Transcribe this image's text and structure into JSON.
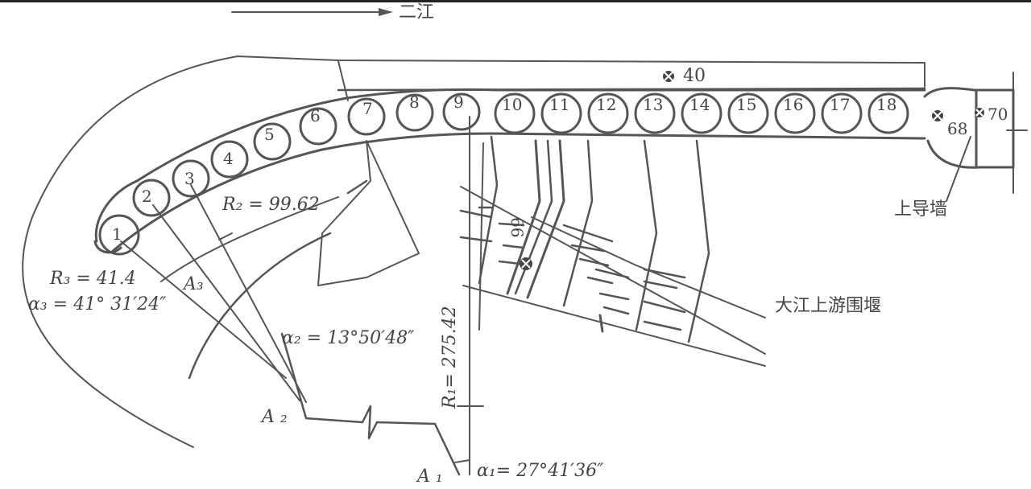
{
  "flow_direction": {
    "label": "二江",
    "arrow": "right-arrow"
  },
  "caisson_numbers": [
    "1",
    "2",
    "3",
    "4",
    "5",
    "6",
    "7",
    "8",
    "9",
    "10",
    "11",
    "12",
    "13",
    "14",
    "15",
    "16",
    "17",
    "18"
  ],
  "markers": {
    "top_marker": "40",
    "right_marker_a": "68",
    "right_marker_b": "70",
    "middle_marker": "66"
  },
  "dimensions": {
    "R1": "R₁= 275.42",
    "R2": "R₂ = 99.62",
    "R3": "R₃ = 41.4",
    "alpha1": "α₁= 27°41′36″",
    "alpha2": "α₂ = 13°50′48″",
    "alpha3": "α₃ = 41° 31′24″"
  },
  "points": {
    "A1": "A ₁",
    "A2": "A ₂",
    "A3": "A₃"
  },
  "labels": {
    "upper_guide_wall": "上导墙",
    "cofferdam": "大江上游围堰"
  },
  "colors": {
    "line": "#555555",
    "text": "#444444",
    "background": "#ffffff"
  }
}
